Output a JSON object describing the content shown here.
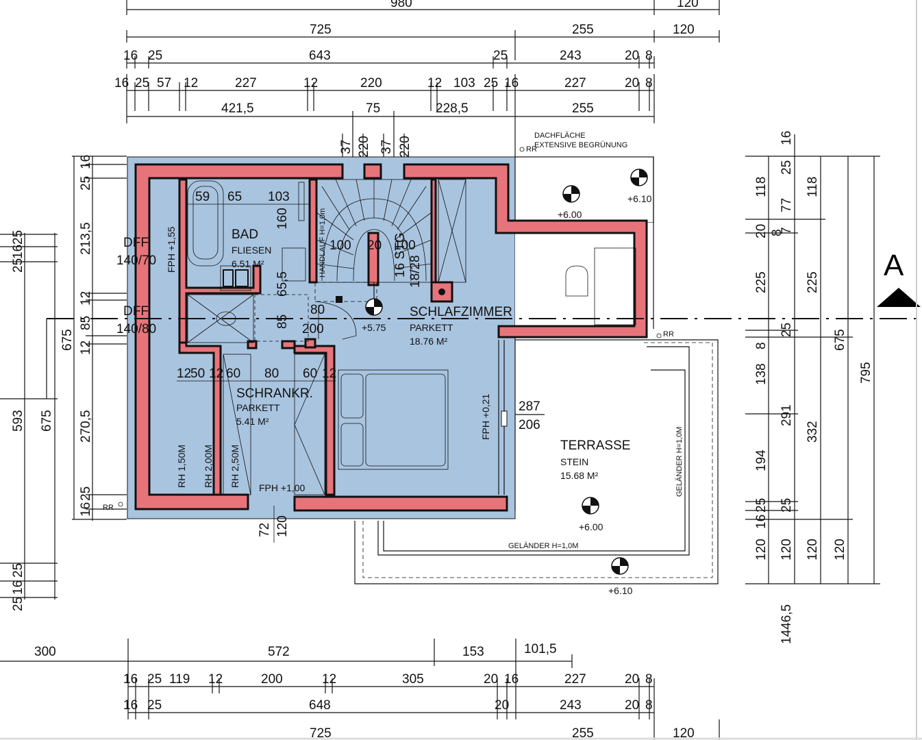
{
  "section_marker": "A",
  "rooms": {
    "bad": {
      "name": "BAD",
      "floor": "FLIESEN",
      "area": "6.51 M²"
    },
    "schlafzimmer": {
      "name": "SCHLAFZIMMER",
      "floor": "PARKETT",
      "area": "18.76 M²"
    },
    "schrankraum": {
      "name": "SCHRANKR.",
      "floor": "PARKETT",
      "area": "5.41 M²"
    },
    "terrasse": {
      "name": "TERRASSE",
      "floor": "STEIN",
      "area": "15.68 M²"
    }
  },
  "notes": {
    "dachflaeche": "DACHFLÄCHE",
    "begruenung": "EXTENSIVE BEGRÜNUNG",
    "gelaender_h": "GELÄNDER H=1,0M",
    "gelaender_v": "GELÄNDER H=1,0M",
    "dff1a": "DFF",
    "dff1b": "140/70",
    "dff2a": "DFF",
    "dff2b": "140/80",
    "fph155": "FPH +1,55",
    "fph021": "FPH +0,21",
    "fph100": "FPH +1,00",
    "rh150": "RH 1,50M",
    "rh200": "RH 2,00M",
    "rh250": "RH 2,50M",
    "handlauf": "HANDLAUF H=1,0m",
    "stg": "16 STG",
    "stg_ratio": "18/28",
    "rr1": "RR",
    "rr2": "RR",
    "rr3": "RR",
    "win287": "287",
    "win206": "206",
    "door80": "80",
    "door200": "200",
    "stair100a": "100",
    "stair20": "20",
    "stair100b": "100",
    "b59": "59",
    "b65": "65",
    "b103": "103",
    "b160": "160",
    "b655": "65,5",
    "b85": "85",
    "s12a": "12",
    "s50": "50",
    "s12b": "12",
    "s60a": "60",
    "s80": "80",
    "s60b": "60",
    "s12c": "12",
    "e72": "72",
    "e120": "120"
  },
  "levels": {
    "l1": "+6.00",
    "l2": "+6.10",
    "l3": "+5.75",
    "l4": "+6.00",
    "l5": "+6.10"
  },
  "top_dims": {
    "r0": [
      "980",
      "120"
    ],
    "r1": [
      "725",
      "255",
      "120"
    ],
    "r2": [
      "16",
      "25",
      "643",
      "25",
      "243",
      "20",
      "8"
    ],
    "r3": [
      "16",
      "25",
      "57",
      "12",
      "227",
      "12",
      "220",
      "12",
      "103",
      "25",
      "16",
      "227",
      "20",
      "8"
    ],
    "r4": [
      "421,5",
      "75",
      "228,5",
      "255"
    ],
    "r5": [
      "37",
      "220",
      "37",
      "220"
    ]
  },
  "bottom_dims": {
    "r1": [
      "300",
      "572",
      "153",
      "101,5"
    ],
    "r2": [
      "16",
      "25",
      "119",
      "12",
      "200",
      "12",
      "305",
      "20",
      "16",
      "227",
      "20",
      "8"
    ],
    "r3": [
      "16",
      "25",
      "648",
      "20",
      "243",
      "20",
      "8"
    ],
    "r4": [
      "725",
      "255",
      "120"
    ]
  },
  "left_dims": {
    "c1": [
      "16",
      "25",
      "213,5",
      "12",
      "85",
      "12",
      "270,5",
      "25",
      "16"
    ],
    "c2": [
      "675"
    ],
    "c3": [
      "25",
      "16",
      "25",
      "593",
      "675",
      "25",
      "16",
      "25"
    ]
  },
  "right_dims": {
    "c1": [
      "118",
      "20",
      "8",
      "225",
      "8",
      "138",
      "194",
      "25",
      "16",
      "120"
    ],
    "c2": [
      "16",
      "25",
      "7",
      "77",
      "291",
      "25",
      "120"
    ],
    "c3": [
      "118",
      "225",
      "25",
      "332",
      "120"
    ],
    "c4": [
      "675",
      "120"
    ],
    "c5": [
      "795"
    ],
    "c6": [
      "1446,5"
    ]
  }
}
